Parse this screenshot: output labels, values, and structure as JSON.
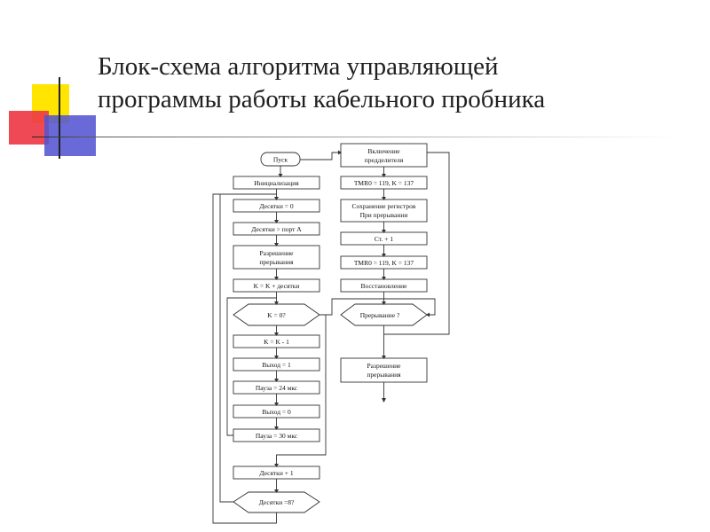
{
  "slide": {
    "title_line1": "Блок-схема алгоритма управляющей",
    "title_line2": "программы работы кабельного пробника"
  },
  "flowchart": {
    "left": {
      "start": "Пуск",
      "init": "Инициализация",
      "tens_zero": "Десятки = 0",
      "tens_port": "Десятки > порт A",
      "int_enable_l1": "Разрешение",
      "int_enable_l2": "прерывания",
      "k_eq": "K = K + десятки",
      "k_check": "K = 0?",
      "k_dec": "K = K - 1",
      "out_one": "Выход = 1",
      "pause24": "Пауза = 24 мкс",
      "out_zero": "Выход = 0",
      "pause30": "Пауза = 30 мкс",
      "tens_inc": "Десятки + 1",
      "tens_check": "Десятки =8?"
    },
    "right": {
      "prescaler_l1": "Включение",
      "prescaler_l2": "предделителя",
      "tmr0_a": "TMR0 = 119, K = 137",
      "save_l1": "Сохранение регистров",
      "save_l2": "При прерывании",
      "st_inc": "Ст. + 1",
      "tmr0_b": "TMR0 = 119, K = 137",
      "restore": "Восстановление",
      "int_check": "Прерывание ?",
      "int_enable_l1": "Разрешение",
      "int_enable_l2": "прерывания"
    }
  }
}
